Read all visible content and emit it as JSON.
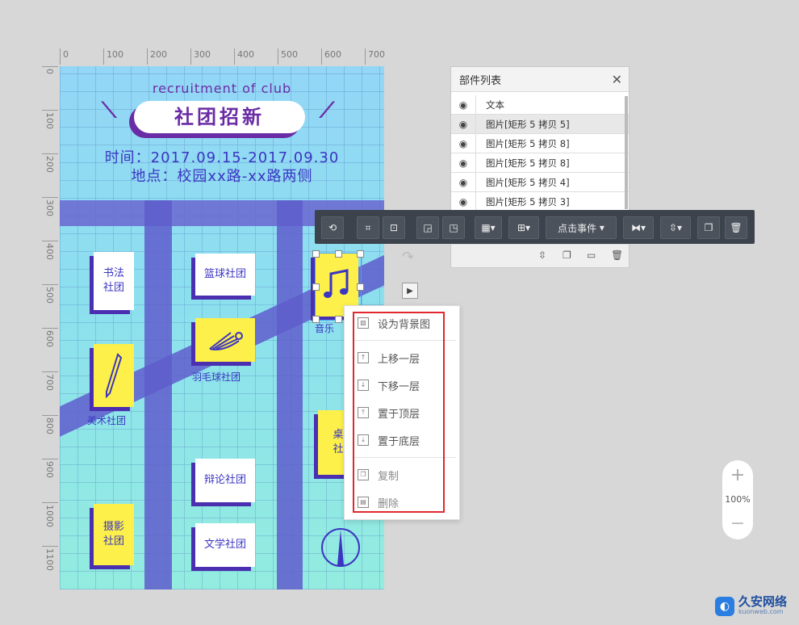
{
  "ruler": {
    "h_labels": [
      "0",
      "100",
      "200",
      "300",
      "400",
      "500",
      "600",
      "700"
    ],
    "v_labels": [
      "0",
      "100",
      "200",
      "300",
      "400",
      "500",
      "600",
      "700",
      "800",
      "900",
      "1000",
      "1100"
    ]
  },
  "poster": {
    "recruit_text": "recruitment of club",
    "title": "社团招新",
    "time_line": "时间：2017.09.15-2017.09.30",
    "place_line": "地点：校园xx路-xx路两侧",
    "cards": {
      "calligraphy": "书法\n社团",
      "basketball": "篮球社团",
      "badminton_label": "羽毛球社团",
      "art_label": "美术社团",
      "debate": "辩论社团",
      "photo": "摄影\n社团",
      "literature": "文学社团",
      "boardgame": "桌\n社",
      "music_label": "音乐"
    }
  },
  "toolbar": {
    "event_select": "点击事件"
  },
  "parts_panel": {
    "title": "部件列表",
    "rows": [
      {
        "label": "文本"
      },
      {
        "label": "图片[矩形 5 拷贝 5]"
      },
      {
        "label": "图片[矩形 5 拷贝 8]"
      },
      {
        "label": "图片[矩形 5 拷贝 8]"
      },
      {
        "label": "图片[矩形 5 拷贝 4]"
      },
      {
        "label": "图片[矩形 5 拷贝 3]"
      }
    ]
  },
  "context_menu": {
    "set_background": "设为背景图",
    "move_up": "上移一层",
    "move_down": "下移一层",
    "to_top": "置于顶层",
    "to_bottom": "置于底层",
    "copy": "复制",
    "delete": "删除"
  },
  "zoom": {
    "value": "100%"
  },
  "watermark": {
    "name": "久安网络",
    "domain": "kuonweb.com"
  },
  "colors": {
    "highlight_border": "#e0282e",
    "toolbar_bg": "#3d434c",
    "poster_purple": "#6a2ca6",
    "poster_blue": "#3b35c2"
  }
}
